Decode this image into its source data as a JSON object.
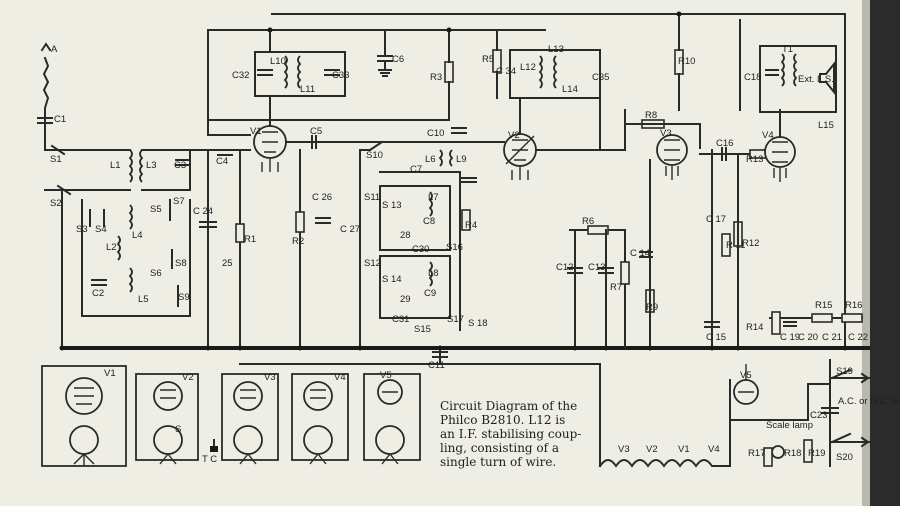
{
  "caption": {
    "lines": [
      "Circuit Diagram of the",
      "Philco B2810. L12 is",
      "an I.F. stabilising coup-",
      "ling, consisting of a",
      "single turn of wire."
    ]
  },
  "labels": {
    "antenna": "A",
    "V1": "V1",
    "V2": "V2",
    "V3": "V3",
    "V4": "V4",
    "V5": "V5",
    "C1": "C1",
    "C2": "C2",
    "C3": "C3",
    "C4": "C4",
    "C5": "C5",
    "C6": "C6",
    "C7": "C7",
    "C8": "C8",
    "C9": "C9",
    "C10": "C10",
    "C11": "C11",
    "C12": "C12",
    "C13": "C13",
    "C14": "C 14",
    "C15": "C 15",
    "C16": "C16",
    "C17": "C 17",
    "C18": "C18",
    "C19": "C 19",
    "C20": "C 20",
    "C21": "C 21",
    "C22": "C 22",
    "C23": "C23",
    "C24": "C 24",
    "C25": "25",
    "C26": "C 26",
    "C27": "C 27",
    "C28": "28",
    "C29": "29",
    "C30": "C30",
    "C31": "C31",
    "C32": "C32",
    "C33": "C33",
    "C34": "C 34",
    "C35": "C35",
    "L1": "L1",
    "L2": "L2",
    "L3": "L3",
    "L4": "L4",
    "L5": "L5",
    "L6": "L6",
    "L7": "L7",
    "L8": "L8",
    "L9": "L9",
    "L10": "L10",
    "L11": "L11",
    "L12": "L12",
    "L13": "L13",
    "L14": "L14",
    "L15": "L15",
    "R1": "R1",
    "R2": "R2",
    "R3": "R3",
    "R4": "R4",
    "R5": "R5",
    "R6": "R6",
    "R7": "R7",
    "R8": "R8",
    "R9": "R9",
    "R10": "R10",
    "R11": "R 11",
    "R12": "R12",
    "R13": "R13",
    "R14": "R14",
    "R15": "R15",
    "R16": "R16",
    "R17": "R17",
    "R18": "R18",
    "R19": "R19",
    "S1": "S1",
    "S2": "S2",
    "S3": "S3",
    "S4": "S4",
    "S5": "S5",
    "S6": "S6",
    "S7": "S7",
    "S8": "S8",
    "S9": "S9",
    "S10": "S10",
    "S11": "S11",
    "S12": "S12",
    "S13": "S 13",
    "S14": "S 14",
    "S15": "S15",
    "S16": "S16",
    "S17": "S17",
    "S18": "S 18",
    "S19": "S19",
    "S20": "S20",
    "T1": "T1",
    "ext_ls": "Ext. L.S.",
    "TC": "T C",
    "S_base": "S",
    "scale_lamp": "Scale lamp",
    "mains": "A.C. or D.C. mains",
    "heater_V3": "V3",
    "heater_V2": "V2",
    "heater_V1": "V1",
    "heater_V4": "V4"
  },
  "colors": {
    "paper": "#efeee4",
    "ink": "#2a2a2a",
    "background": "#2b2b2b"
  }
}
